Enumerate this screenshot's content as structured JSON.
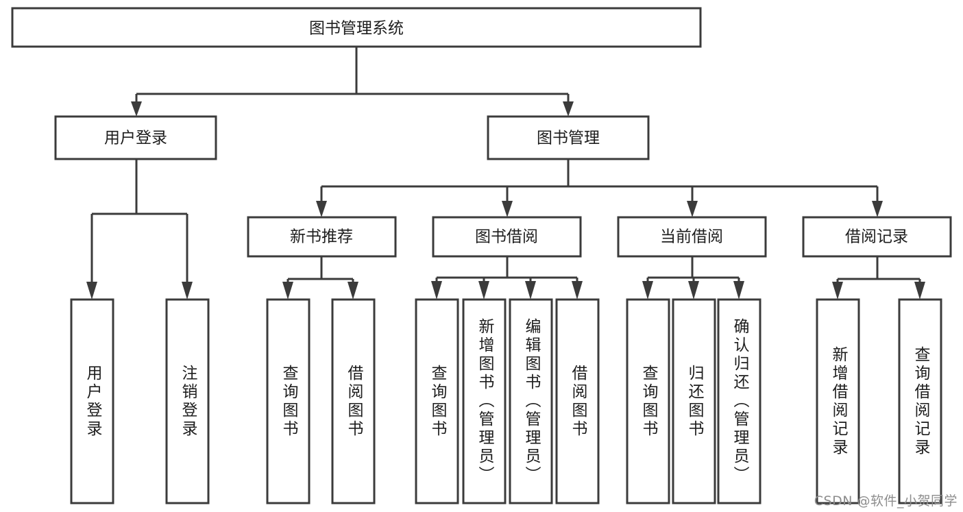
{
  "diagram": {
    "type": "tree-hierarchy",
    "title": "图书管理系统",
    "watermark": "CSDN @软件_小贺同学",
    "colors": {
      "background": "#ffffff",
      "box_fill": "#ffffff",
      "box_stroke": "#3b3b3b",
      "connector": "#3b3b3b",
      "text": "#1d1d1d",
      "watermark_text": "#8d8d8d"
    },
    "levels": {
      "root": "图书管理系统",
      "level2": [
        "用户登录",
        "图书管理"
      ],
      "level3": [
        "新书推荐",
        "图书借阅",
        "当前借阅",
        "借阅记录"
      ]
    },
    "nodes": {
      "root": {
        "label": "图书管理系统"
      },
      "user_login": {
        "label": "用户登录"
      },
      "book_manage": {
        "label": "图书管理"
      },
      "new_book_rec": {
        "label": "新书推荐"
      },
      "book_borrow": {
        "label": "图书借阅"
      },
      "current_borrow": {
        "label": "当前借阅"
      },
      "borrow_record": {
        "label": "借阅记录"
      }
    },
    "leaves": {
      "user_login": [
        {
          "label": "用户登录"
        },
        {
          "label": "注销登录"
        }
      ],
      "new_book_rec": [
        {
          "label": "查询图书"
        },
        {
          "label": "借阅图书"
        }
      ],
      "book_borrow": [
        {
          "label": "查询图书"
        },
        {
          "label": "新增图书（管理员）"
        },
        {
          "label": "编辑图书（管理员）"
        },
        {
          "label": "借阅图书"
        }
      ],
      "current_borrow": [
        {
          "label": "查询图书"
        },
        {
          "label": "归还图书"
        },
        {
          "label": "确认归还（管理员）"
        }
      ],
      "borrow_record": [
        {
          "label": "新增借阅记录"
        },
        {
          "label": "查询借阅记录"
        }
      ]
    }
  }
}
